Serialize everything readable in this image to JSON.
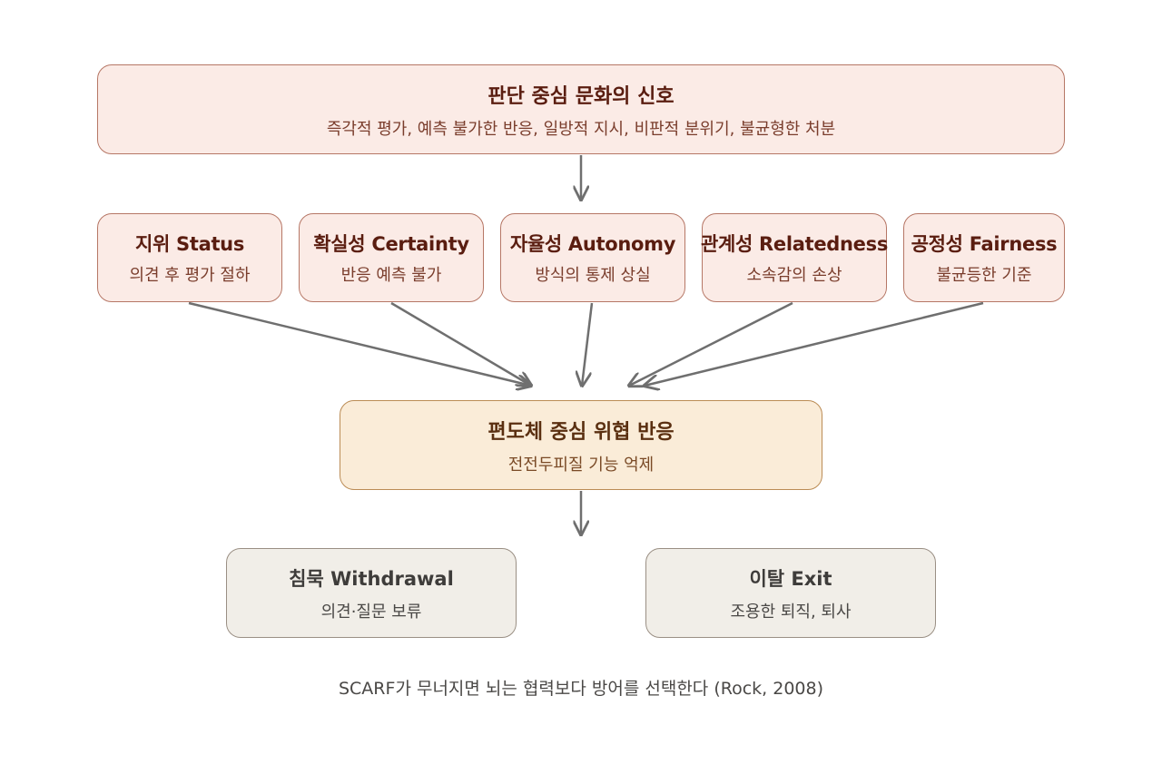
{
  "top": {
    "title": "판단 중심 문화의 신호",
    "subtitle": "즉각적 평가, 예측 불가한 반응, 일방적 지시, 비판적 분위기, 불균형한 처분"
  },
  "domains": [
    {
      "title": "지위 Status",
      "subtitle": "의견 후 평가 절하"
    },
    {
      "title": "확실성 Certainty",
      "subtitle": "반응 예측 불가"
    },
    {
      "title": "자율성 Autonomy",
      "subtitle": "방식의 통제 상실"
    },
    {
      "title": "관계성 Relatedness",
      "subtitle": "소속감의 손상"
    },
    {
      "title": "공정성 Fairness",
      "subtitle": "불균등한 기준"
    }
  ],
  "center": {
    "title": "편도체 중심 위협 반응",
    "subtitle": "전전두피질 기능 억제"
  },
  "outcomes": [
    {
      "title": "침묵 Withdrawal",
      "subtitle": "의견·질문 보류"
    },
    {
      "title": "이탈 Exit",
      "subtitle": "조용한 퇴직, 퇴사"
    }
  ],
  "caption": "SCARF가 무너지면 뇌는 협력보다 방어를 선택한다 (Rock, 2008)",
  "colors": {
    "arrow": "#6f6f6f",
    "red_fill": "#fbebe6",
    "yellow_fill": "#faecd8",
    "gray_fill": "#f1eee8"
  }
}
